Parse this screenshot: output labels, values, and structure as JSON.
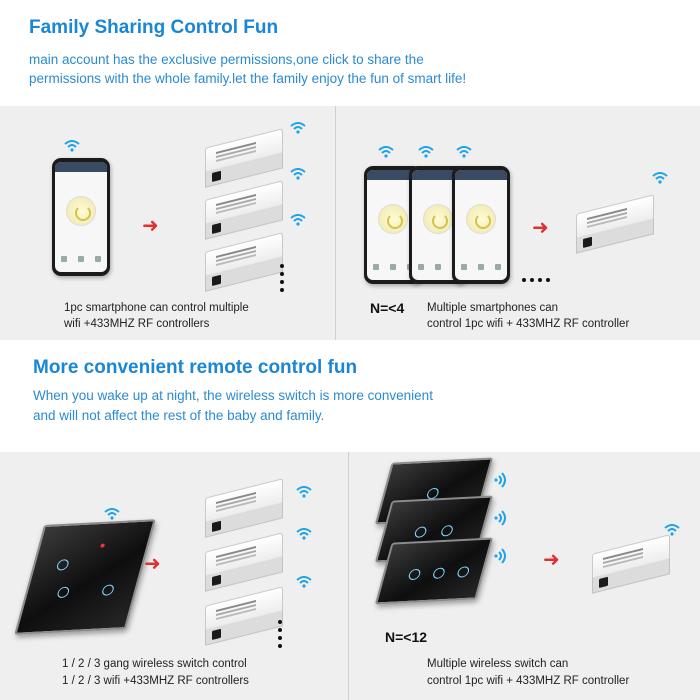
{
  "section1": {
    "title": "Family Sharing Control Fun",
    "body_line1": "main account has the exclusive permissions,one click to share the",
    "body_line2": "permissions with the whole family.let the family enjoy the fun of smart life!"
  },
  "panel1": {
    "left_caption_line1": "1pc  smartphone can control multiple",
    "left_caption_line2": "wifi +433MHZ RF controllers",
    "right_n_label": "N=<4",
    "right_caption_line1": "Multiple smartphones can",
    "right_caption_line2": "control 1pc wifi + 433MHZ RF controller"
  },
  "section2": {
    "title": "More convenient remote control fun",
    "body_line1": "When you wake up at night, the wireless switch is more convenient",
    "body_line2": "and will not affect the rest of the baby and family."
  },
  "panel2": {
    "left_caption_line1": "1 / 2 / 3 gang  wireless switch  control",
    "left_caption_line2": "1 / 2 / 3 wifi +433MHZ RF controllers",
    "right_n_label": "N=<12",
    "right_caption_line1": "Multiple wireless switch can",
    "right_caption_line2": "control 1pc wifi + 433MHZ RF controller"
  },
  "colors": {
    "title_blue": "#1a86d6",
    "body_blue": "#2a8bd0",
    "arrow_red": "#e03030",
    "wifi_blue": "#1fa3e8",
    "panel_gray": "#efefef"
  },
  "icons": [
    "wifi-icon",
    "arrow-right-icon",
    "power-icon",
    "ellipsis-icon"
  ]
}
